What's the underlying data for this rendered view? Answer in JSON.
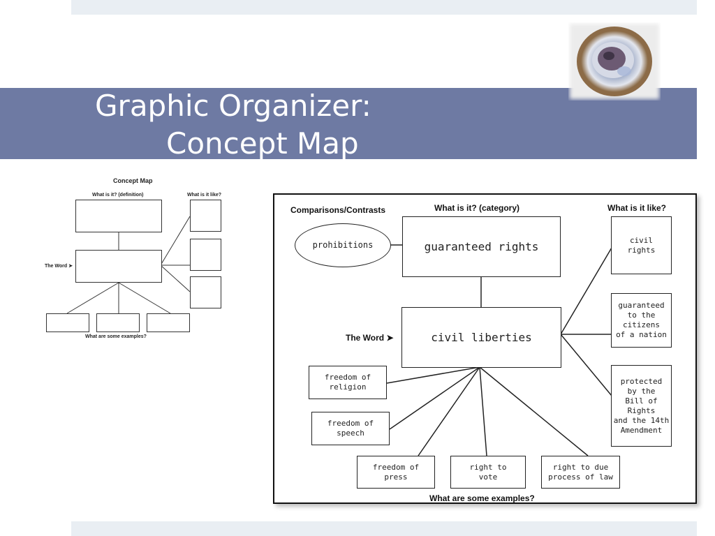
{
  "slide": {
    "title_line1": "Graphic Organizer:",
    "title_line2": "Concept Map",
    "colors": {
      "title_band": "#6e7aa3",
      "top_band": "#e9eef3",
      "title_text": "#ffffff"
    },
    "geode_icon": "geode-image"
  },
  "small_map": {
    "heading": "Concept Map",
    "definition_label": "What is it? (definition)",
    "like_label": "What is it like?",
    "word_label": "The Word ➤",
    "examples_label": "What are some examples?"
  },
  "concept_map": {
    "comparisons_label": "Comparisons/Contrasts",
    "category_label": "What is it? (category)",
    "like_label": "What is it like?",
    "word_label": "The Word ➤",
    "examples_label": "What are some examples?",
    "comparison": "prohibitions",
    "category": "guaranteed rights",
    "word": "civil liberties",
    "properties": [
      "civil\nrights",
      "guaranteed\nto the\ncitizens\nof a nation",
      "protected\nby the\nBill of Rights\nand the 14th\nAmendment"
    ],
    "examples": [
      "freedom of\nreligion",
      "freedom of\nspeech",
      "freedom of\npress",
      "right to\nvote",
      "right to due\nprocess of law"
    ]
  }
}
